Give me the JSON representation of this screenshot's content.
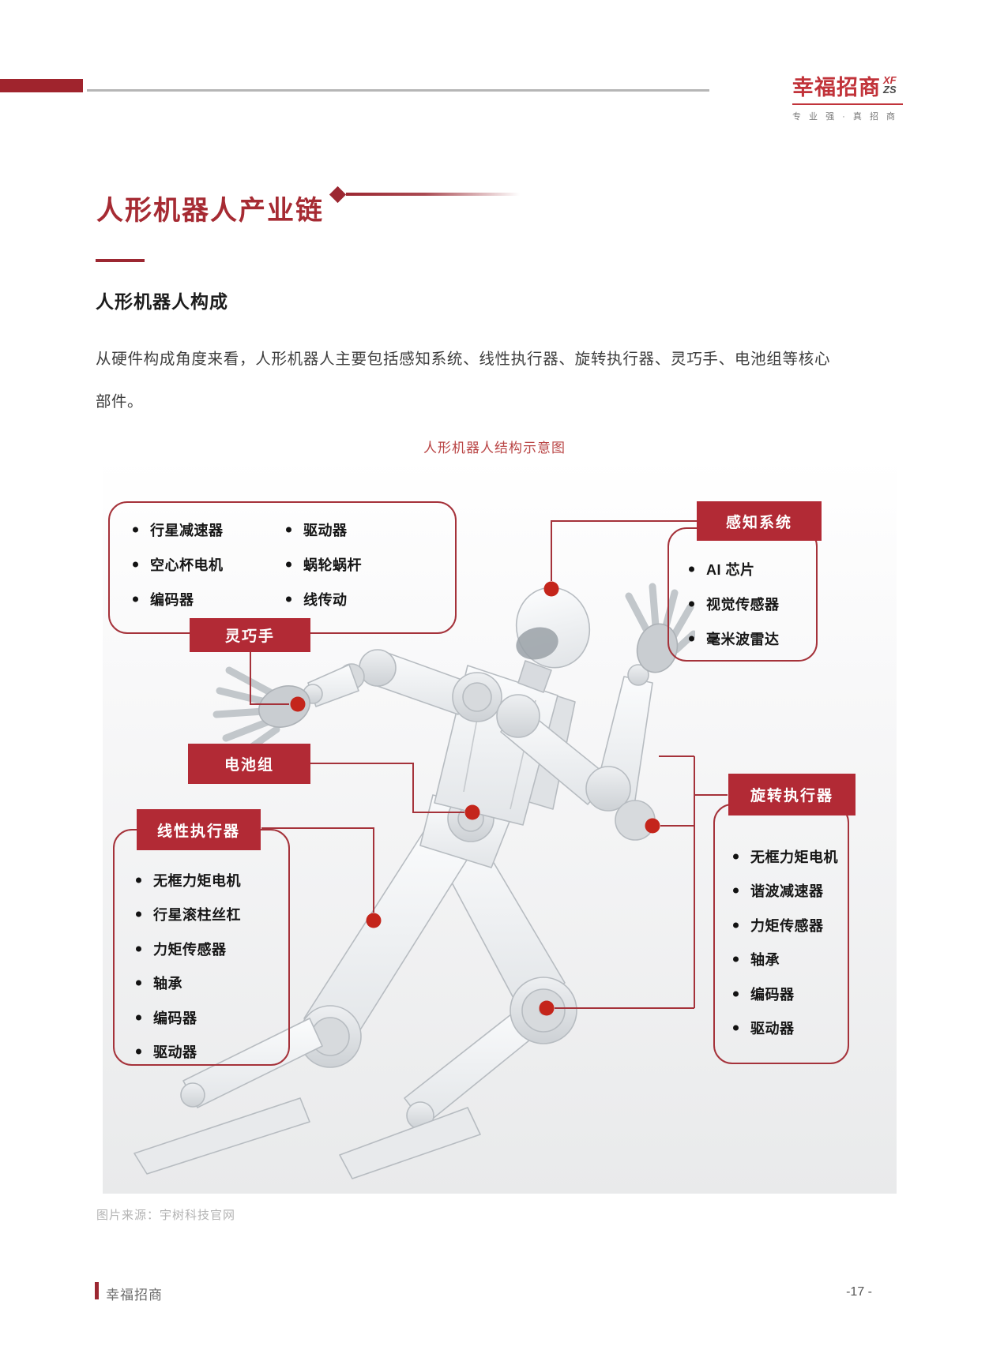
{
  "header": {
    "logo_text": "幸福招商",
    "logo_mark_top": "XF",
    "logo_mark_bottom": "ZS",
    "tagline": "专 业 强 · 真 招 商"
  },
  "page": {
    "title": "人形机器人产业链",
    "section_heading": "人形机器人构成",
    "body_text": "从硬件构成角度来看，人形机器人主要包括感知系统、线性执行器、旋转执行器、灵巧手、电池组等核心部件。",
    "figure_title": "人形机器人结构示意图",
    "source_note": "图片来源：宇树科技官网"
  },
  "diagram": {
    "dexterous_hand": {
      "label": "灵巧手",
      "col1": [
        "行星减速器",
        "空心杯电机",
        "编码器"
      ],
      "col2": [
        "驱动器",
        "蜗轮蜗杆",
        "线传动"
      ]
    },
    "perception": {
      "label": "感知系统",
      "items": [
        "AI 芯片",
        "视觉传感器",
        "毫米波雷达"
      ]
    },
    "battery": {
      "label": "电池组"
    },
    "linear_actuator": {
      "label": "线性执行器",
      "items": [
        "无框力矩电机",
        "行星滚柱丝杠",
        "力矩传感器",
        "轴承",
        "编码器",
        "驱动器"
      ]
    },
    "rotary_actuator": {
      "label": "旋转执行器",
      "items": [
        "无框力矩电机",
        "谐波减速器",
        "力矩传感器",
        "轴承",
        "编码器",
        "驱动器"
      ]
    }
  },
  "footer": {
    "brand": "幸福招商",
    "page_number": "-17 -"
  },
  "colors": {
    "brand_red": "#b22a35",
    "line_red": "#a5323a",
    "dot_red": "#c4251b",
    "title_red": "#a62b33"
  }
}
